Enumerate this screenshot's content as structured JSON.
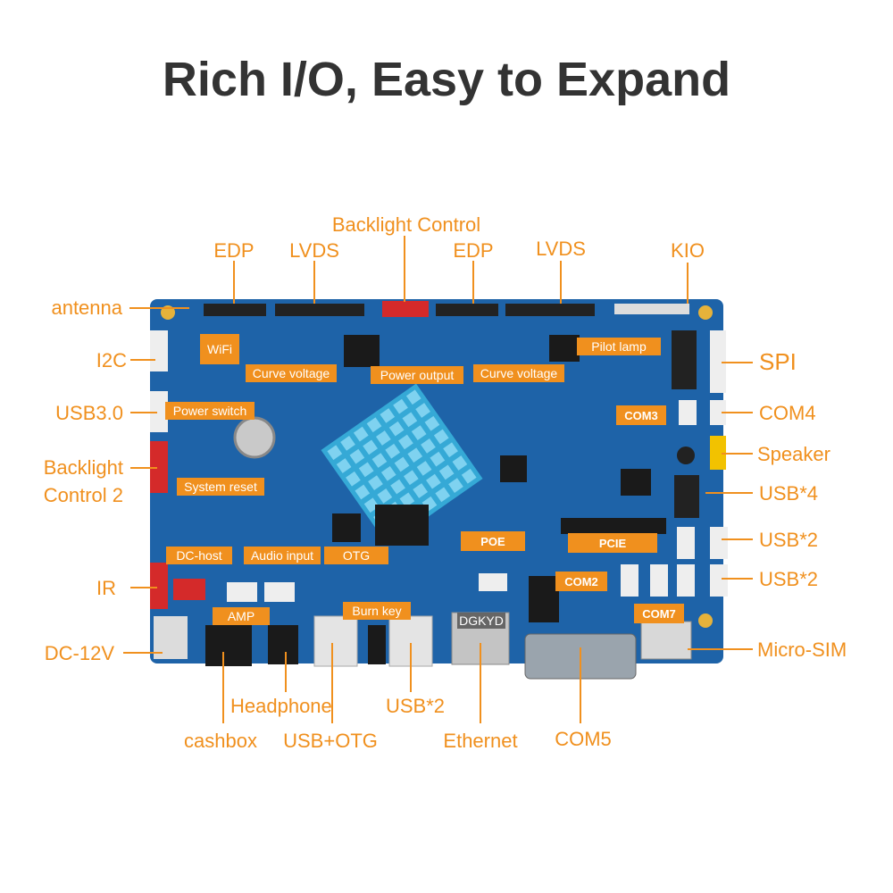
{
  "title": "Rich I/O, Easy to Expand",
  "colors": {
    "accent": "#f0901e",
    "board": "#1e63a8",
    "heatsink": "#35a9d6",
    "title": "#333333"
  },
  "callouts": {
    "backlight_control": "Backlight Control",
    "edp_left": "EDP",
    "lvds_left": "LVDS",
    "edp_right": "EDP",
    "lvds_right": "LVDS",
    "kio": "KIO",
    "antenna": "antenna",
    "i2c": "I2C",
    "usb30": "USB3.0",
    "backlight_control_2_line1": "Backlight",
    "backlight_control_2_line2": "Control 2",
    "ir": "IR",
    "dc12v": "DC-12V",
    "spi": "SPI",
    "com4": "COM4",
    "speaker": "Speaker",
    "usb4": "USB*4",
    "usb2_a": "USB*2",
    "usb2_b": "USB*2",
    "micro_sim": "Micro-SIM",
    "headphone": "Headphone",
    "cashbox": "cashbox",
    "usb_otg": "USB+OTG",
    "usb2_bottom": "USB*2",
    "ethernet": "Ethernet",
    "com5": "COM5"
  },
  "badges": {
    "wifi": "WiFi",
    "curve_voltage_1": "Curve voltage",
    "power_output": "Power output",
    "curve_voltage_2": "Curve voltage",
    "pilot_lamp": "Pilot lamp",
    "power_switch": "Power switch",
    "system_reset": "System reset",
    "com3": "COM3",
    "poe": "POE",
    "pcie": "PCIE",
    "dc_host": "DC-host",
    "audio_input": "Audio input",
    "otg": "OTG",
    "com2": "COM2",
    "com7": "COM7",
    "amp": "AMP",
    "burn_key": "Burn key",
    "dgkyd": "DGKYD"
  }
}
